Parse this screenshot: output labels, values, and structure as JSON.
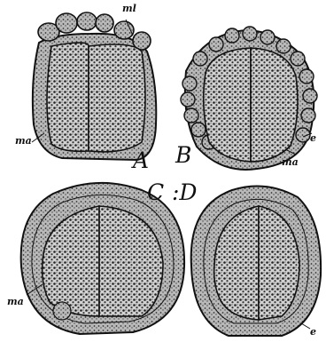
{
  "figure": {
    "panel_letters": {
      "a": "A",
      "b": "B",
      "c": "C",
      "d": ":D"
    },
    "part_labels": {
      "ml": "ml",
      "ma_a": "ma",
      "ma_b": "ma",
      "ma_c": "ma",
      "e_b": "e",
      "e_d": "e"
    },
    "colors": {
      "ink": "#111111",
      "paper": "#ffffff",
      "cell_fill": "#b9b9b9"
    }
  }
}
